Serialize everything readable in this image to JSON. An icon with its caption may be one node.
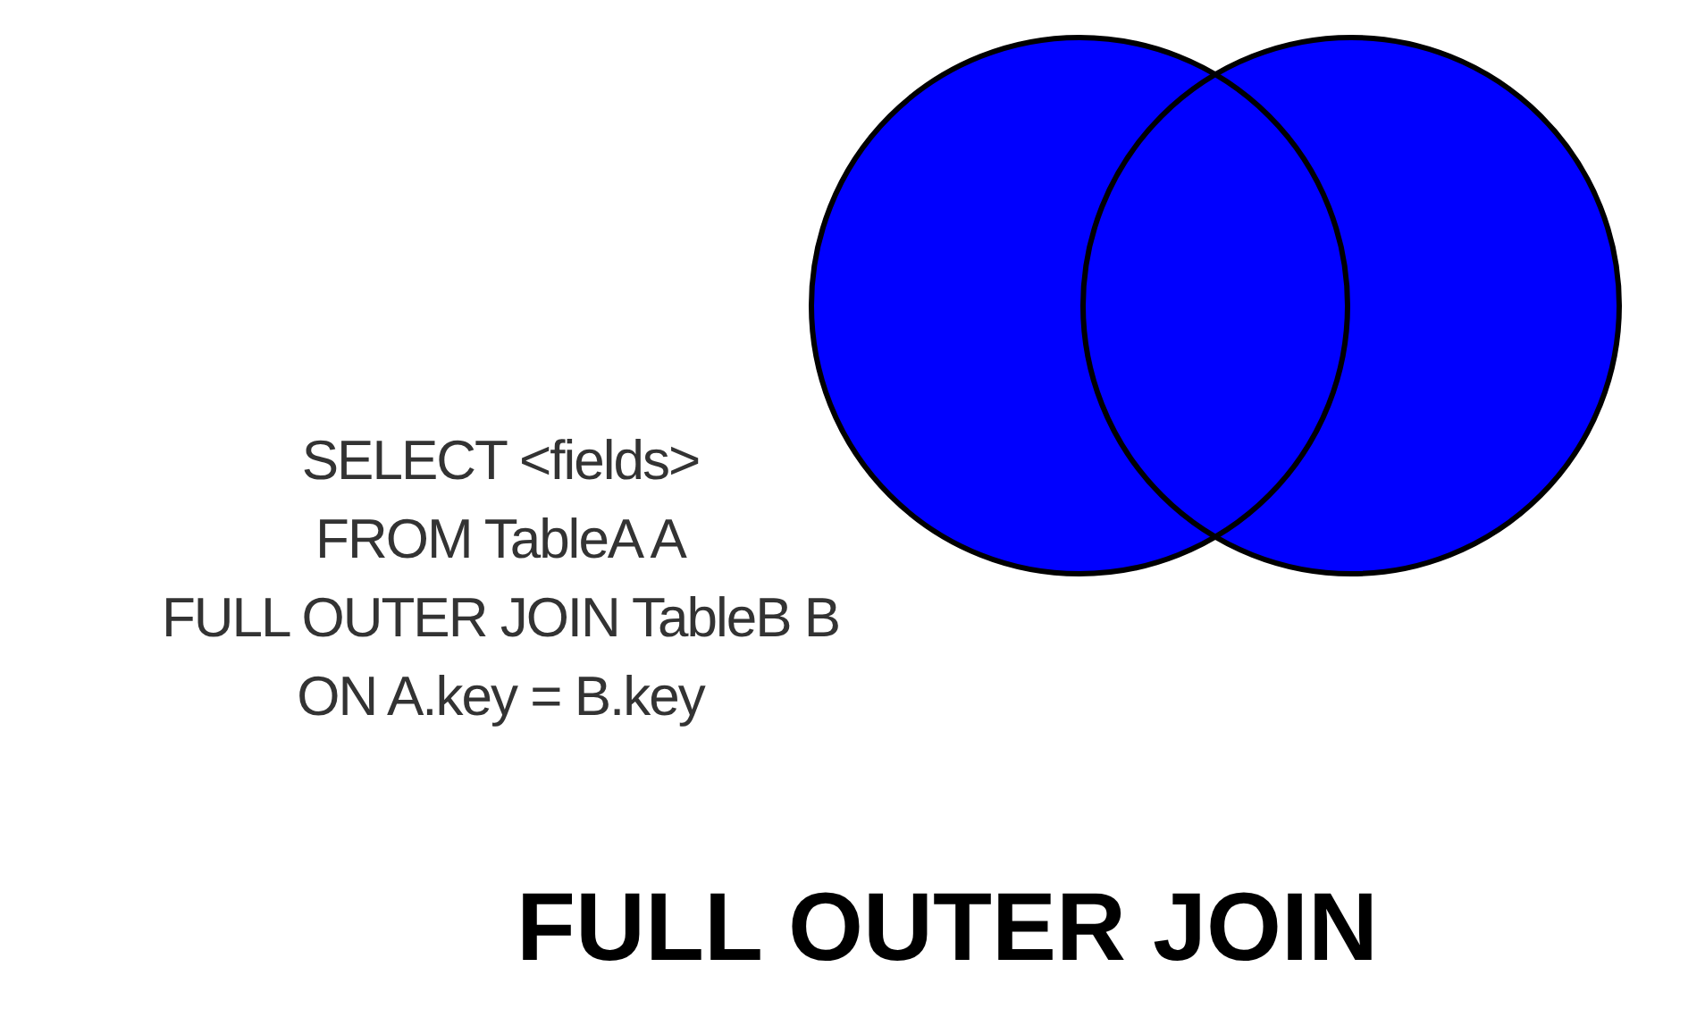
{
  "diagram": {
    "caption": "FULL OUTER JOIN",
    "labels": [
      "SELECT <fields>",
      "FROM TableA A",
      "FULL OUTER JOIN TableB B",
      "ON A.key = B.key"
    ]
  }
}
